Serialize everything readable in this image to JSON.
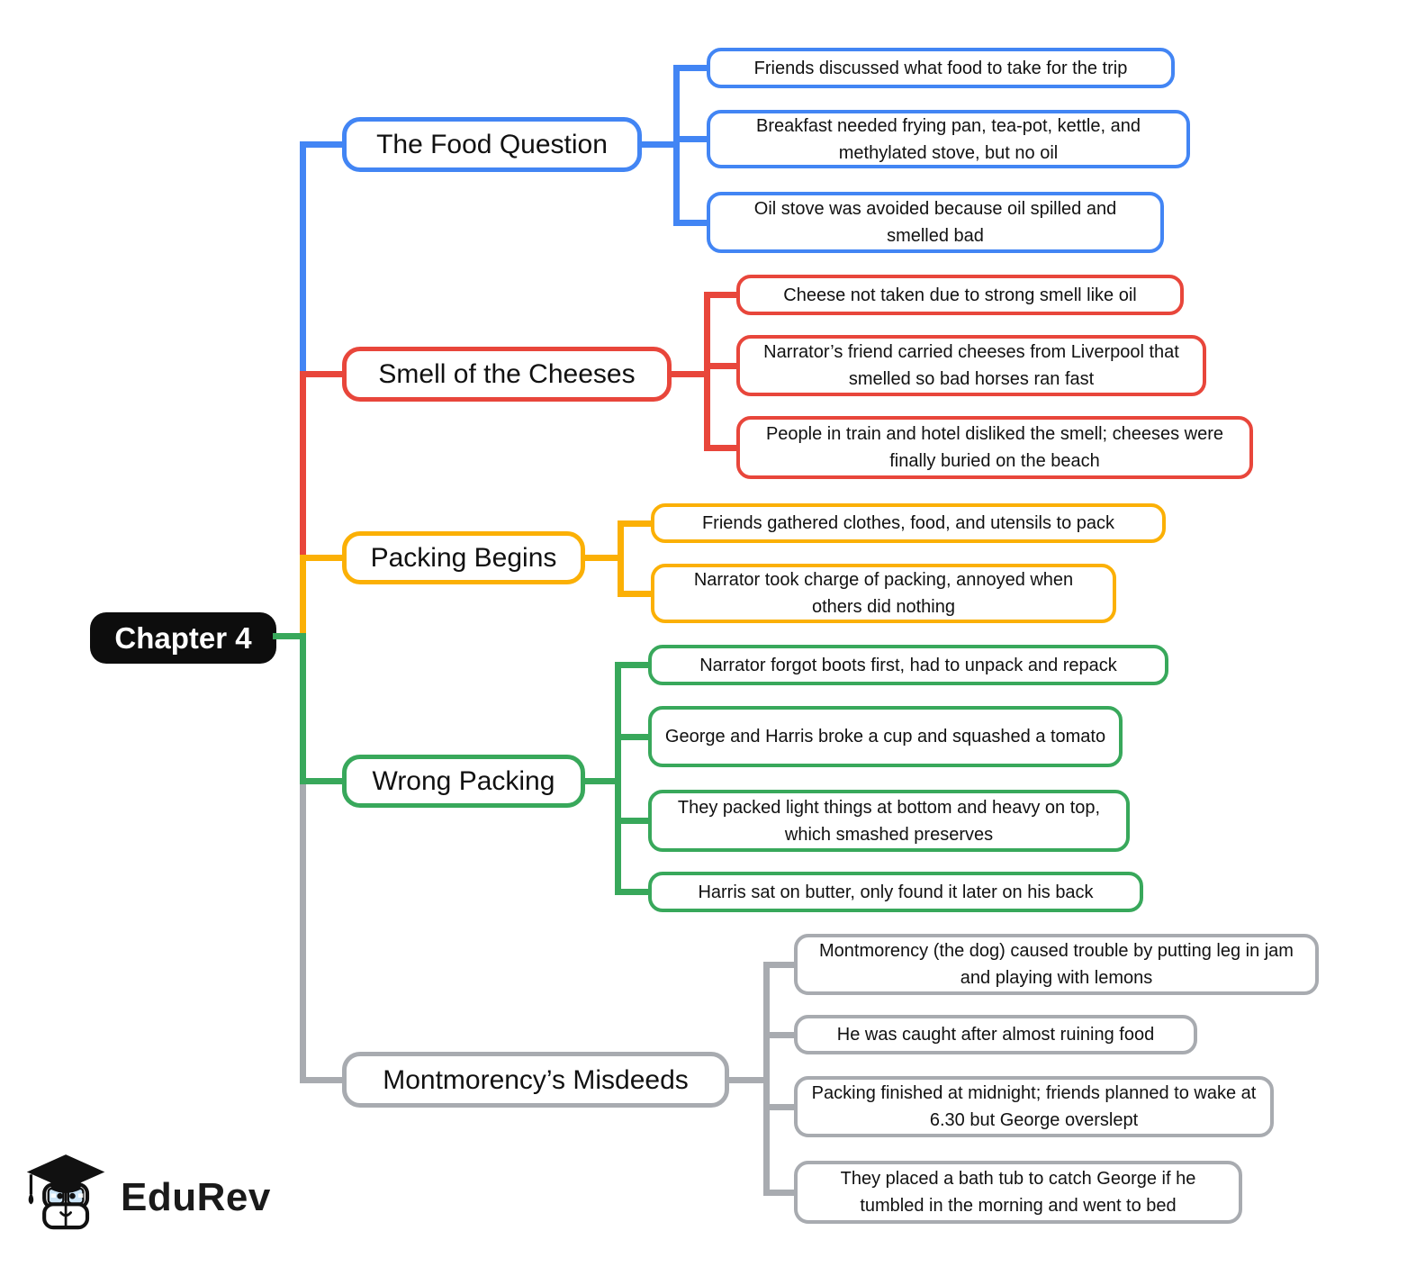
{
  "root": {
    "label": "Chapter 4",
    "bg_color": "#0D0D0D",
    "text_color": "#FFFFFF"
  },
  "branches": [
    {
      "label": "The Food Question",
      "color": "#4285F4",
      "children": [
        "Friends discussed what food to take for the trip",
        "Breakfast needed frying pan, tea-pot, kettle, and methylated stove, but no oil",
        "Oil stove was avoided because oil spilled and smelled bad"
      ]
    },
    {
      "label": "Smell of the Cheeses",
      "color": "#E8463B",
      "children": [
        "Cheese not taken due to strong smell like oil",
        "Narrator’s friend carried cheeses from Liverpool that smelled so bad horses ran fast",
        "People in train and hotel disliked the smell; cheeses were finally buried on the beach"
      ]
    },
    {
      "label": "Packing Begins",
      "color": "#FBB005",
      "children": [
        "Friends gathered clothes, food, and utensils to pack",
        "Narrator took charge of packing, annoyed when others did nothing"
      ]
    },
    {
      "label": "Wrong Packing",
      "color": "#38A85B",
      "children": [
        "Narrator forgot boots first, had to unpack and repack",
        "George and Harris broke a cup and squashed a tomato",
        "They packed light things at bottom and heavy on top, which smashed preserves",
        "Harris sat on butter, only found it later on his back"
      ]
    },
    {
      "label": "Montmorency’s Misdeeds",
      "color": "#A8ABB0",
      "children": [
        "Montmorency (the dog) caused trouble by putting leg in jam and playing with lemons",
        "He was caught after almost ruining food",
        "Packing finished at midnight; friends planned to wake at 6.30 but George overslept",
        "They placed a bath tub to catch George if he tumbled in the morning and went to bed"
      ]
    }
  ],
  "logo": {
    "text": "EduRev",
    "text_color": "#1A1A1A",
    "icon_accent": "#CBE4F6"
  }
}
